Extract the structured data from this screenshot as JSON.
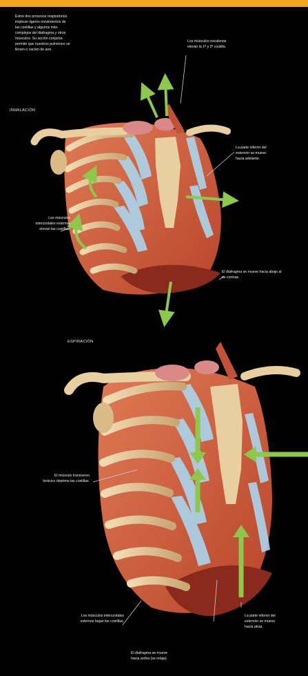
{
  "intro": "Estos dos procesos respiratorios\nimplican ligeros movimientos de\nlas costillas y algunos más\ncomplejos del diafragma y otros\nmúsculos. Su acción conjunta\npermite que nuestros pulmones se\nllenen o vacíen de aire.",
  "inhalacion": {
    "heading": "INHALACIÓN",
    "labels": {
      "escalenos": "Los músculos escalenos\nelevan la 1ª y 2ª costilla.",
      "esternon": "La parte inferior del\nesternón se mueve\nhacia adelante.",
      "intercostales": "Los músculos\nintercostales externos\nelevan las costillas.",
      "diafragma": "El diafragma se mueve hacia abajo al\nse contrae."
    }
  },
  "espiracion": {
    "heading": "ESPIRACIÓN",
    "labels": {
      "transverso": "El músculo transverso\ntorácico deprime las costillas.",
      "intercostales": "Los músculos intercostales\nexternos bajan las costillas.",
      "esternon": "La parte inferior del\nesternón se mueve\nhacia atrás.",
      "diafragma": "El diafragma se mueve\nhacia arriba (se relaja)."
    }
  },
  "colors": {
    "accent": "#f3a51c",
    "bone": "#e8cfa0",
    "muscle": "#d4603e",
    "cartilage": "#a9d6ec",
    "arrow": "#8cc84b"
  }
}
